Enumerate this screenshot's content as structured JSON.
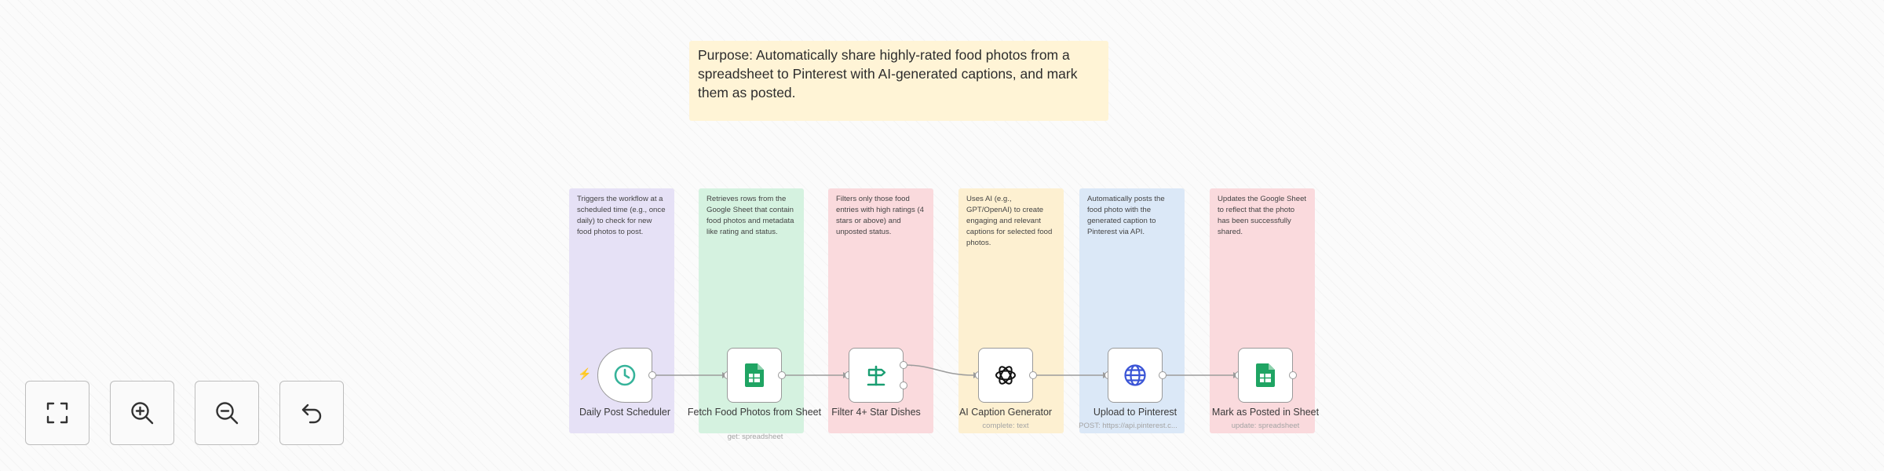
{
  "purpose_note": "Purpose: Automatically share highly-rated food photos from a spreadsheet to Pinterest with AI-generated captions, and mark them as posted.",
  "sticky_notes": [
    {
      "text": "Triggers the workflow at a scheduled time (e.g., once daily) to check for new food photos to post.",
      "color": "#e6e1f6"
    },
    {
      "text": "Retrieves rows from the Google Sheet that contain food photos and metadata like rating and status.",
      "color": "#d5f2e0"
    },
    {
      "text": "Filters only those food entries with high ratings (4 stars or above) and unposted status.",
      "color": "#fadadd"
    },
    {
      "text": "Uses AI (e.g., GPT/OpenAI) to create engaging and relevant captions for selected food photos.",
      "color": "#fdf0d1"
    },
    {
      "text": "Automatically posts the food photo with the generated caption to Pinterest via API.",
      "color": "#dbe8f7"
    },
    {
      "text": "Updates the Google Sheet to reflect that the photo has been successfully shared.",
      "color": "#fadadd"
    }
  ],
  "nodes": [
    {
      "label": "Daily Post Scheduler",
      "subtitle": "",
      "icon": "clock-icon",
      "color": "#36b39a"
    },
    {
      "label": "Fetch Food Photos from Sheet",
      "subtitle": "get: spreadsheet",
      "icon": "google-sheets-icon",
      "color": "#1fa463"
    },
    {
      "label": "Filter 4+ Star Dishes",
      "subtitle": "",
      "icon": "signpost-icon",
      "color": "#1a9e72"
    },
    {
      "label": "AI Caption Generator",
      "subtitle": "complete: text",
      "icon": "openai-icon",
      "color": "#111111"
    },
    {
      "label": "Upload to Pinterest",
      "subtitle": "POST: https://api.pinterest.c...",
      "icon": "globe-icon",
      "color": "#3b55d6"
    },
    {
      "label": "Mark as Posted in Sheet",
      "subtitle": "update: spreadsheet",
      "icon": "google-sheets-icon",
      "color": "#1fa463"
    }
  ],
  "trigger_icon": "lightning-icon",
  "controls": [
    {
      "icon": "fit-view-icon",
      "title": "Fit view"
    },
    {
      "icon": "zoom-in-icon",
      "title": "Zoom in"
    },
    {
      "icon": "zoom-out-icon",
      "title": "Zoom out"
    },
    {
      "icon": "reset-zoom-icon",
      "title": "Reset zoom"
    }
  ]
}
